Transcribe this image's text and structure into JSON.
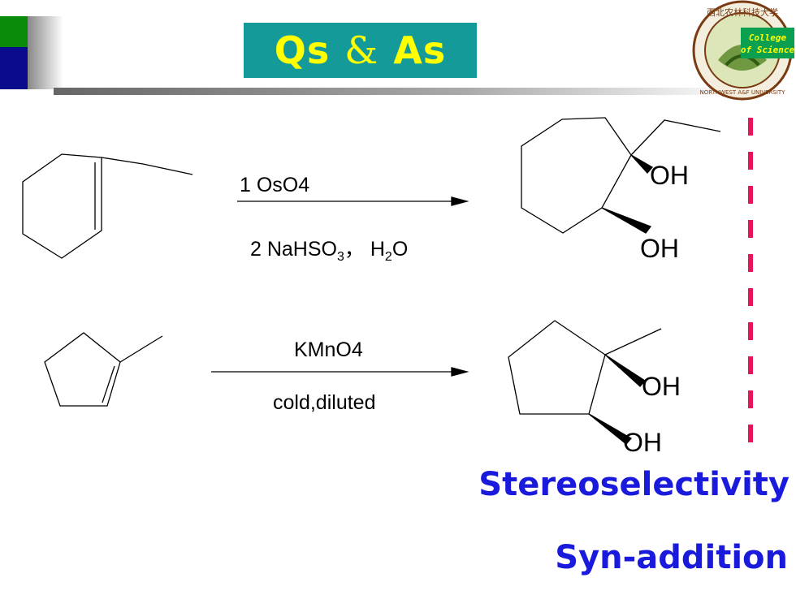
{
  "title": {
    "left": "Qs",
    "amp": "&",
    "right": "As"
  },
  "logo": {
    "line1": "College",
    "line2": "of Science",
    "ring_top": "西北农林科技大学",
    "ring_bottom": "NORTHWEST A&F UNIVERSITY"
  },
  "reaction1": {
    "step1": "1 OsO4",
    "step2_prefix": "2  NaHSO",
    "step2_sub1": "3",
    "step2_mid": "，  H",
    "step2_sub2": "2",
    "step2_suffix": "O",
    "oh_top": "OH",
    "oh_bottom": "OH"
  },
  "reaction2": {
    "reagent": "KMnO4",
    "conditions": "cold,diluted",
    "oh_top": "OH",
    "oh_bottom": "OH"
  },
  "labels": {
    "stereo": "Stereoselectivity",
    "syn": "Syn-addition"
  },
  "colors": {
    "title_bg": "#159a9a",
    "title_text": "#ffff00",
    "label_blue": "#1a1adc",
    "dash_pink": "#e8145a",
    "green": "#0a8a0a",
    "navy": "#0a0a8c"
  }
}
